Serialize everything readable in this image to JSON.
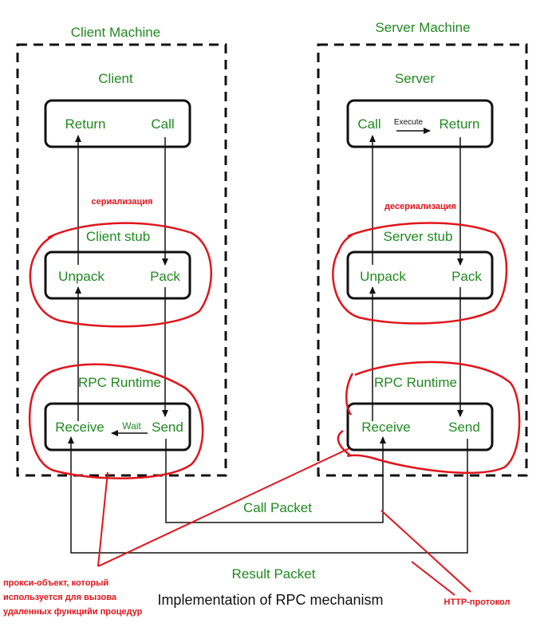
{
  "client": {
    "machine_label": "Client Machine",
    "title": "Client",
    "return_label": "Return",
    "call_label": "Call",
    "stub_title": "Client stub",
    "unpack_label": "Unpack",
    "pack_label": "Pack",
    "runtime_title": "RPC Runtime",
    "receive_label": "Receive",
    "wait_label": "Wait",
    "send_label": "Send"
  },
  "server": {
    "machine_label": "Server Machine",
    "title": "Server",
    "call_label": "Call",
    "execute_label": "Execute",
    "return_label": "Return",
    "stub_title": "Server stub",
    "unpack_label": "Unpack",
    "pack_label": "Pack",
    "runtime_title": "RPC Runtime",
    "receive_label": "Receive",
    "send_label": "Send"
  },
  "packets": {
    "call_packet": "Call Packet",
    "result_packet": "Result Packet"
  },
  "caption": "Implementation of RPC mechanism",
  "annotations": {
    "serialization": "сериализация",
    "deserialization": "десериализация",
    "proxy_line1": "прокси-объект, который",
    "proxy_line2": "используется для вызова",
    "proxy_line3": "удаленных функцийи процедур",
    "http": "HTTP-протокол"
  },
  "colors": {
    "label_green": "#1f8a1f",
    "annotation_red": "#e0151b",
    "line_black": "#111111"
  }
}
